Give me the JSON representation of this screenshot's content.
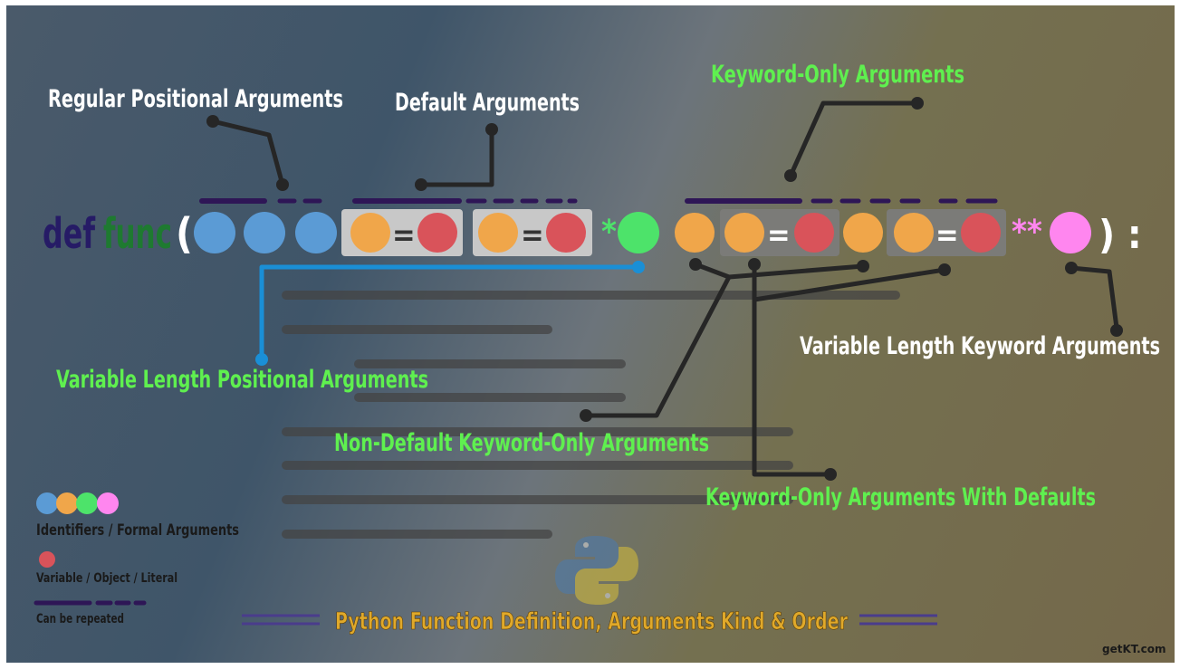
{
  "labels": {
    "regular_positional": "Regular Positional Arguments",
    "default_args": "Default Arguments",
    "keyword_only": "Keyword-Only Arguments",
    "var_length_positional": "Variable Length Positional Arguments",
    "var_length_keyword": "Variable Length Keyword Arguments",
    "non_default_kw_only": "Non-Default Keyword-Only Arguments",
    "kw_only_with_defaults": "Keyword-Only Arguments With Defaults"
  },
  "code": {
    "def": "def",
    "func": "func",
    "open_paren": "(",
    "equals": "=",
    "star": "*",
    "double_star": "**",
    "close": ") :"
  },
  "legend": {
    "identifiers": "Identifiers / Formal Arguments",
    "variable": "Variable / Object / Literal",
    "repeated": "Can be repeated"
  },
  "title": "Python Function Definition, Arguments Kind & Order",
  "brand": "getKT.com",
  "icons": [
    "python-logo-icon"
  ],
  "colors": {
    "positional": "#5b9bd5",
    "identifier": "#f0a64a",
    "value": "#d9535a",
    "var_positional": "#4de36a",
    "var_keyword": "#ff86ef",
    "label_white": "#ffffff",
    "label_green": "#5ff04f",
    "def_keyword": "#261b66",
    "func_name": "#1e7a30",
    "title": "#e0a92a",
    "repeat_bar": "#2e1656",
    "connector": "#262626",
    "var_positional_connector": "#1a8fd6"
  }
}
